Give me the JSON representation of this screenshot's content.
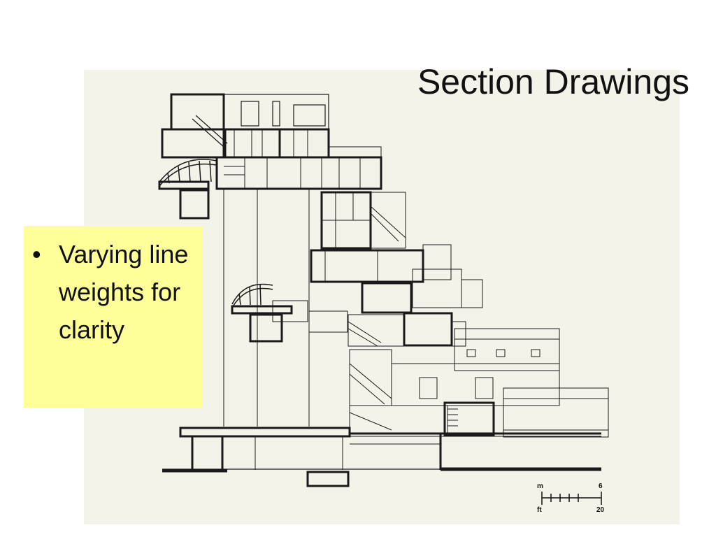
{
  "slide": {
    "title": "Section Drawings",
    "bullets": [
      {
        "text": "Varying line weights for clarity"
      }
    ],
    "callout_color": "#ffff99"
  },
  "drawing": {
    "scale_bar": {
      "metric_unit": "m",
      "metric_max": "6",
      "imperial_unit": "ft",
      "imperial_max": "20"
    }
  }
}
